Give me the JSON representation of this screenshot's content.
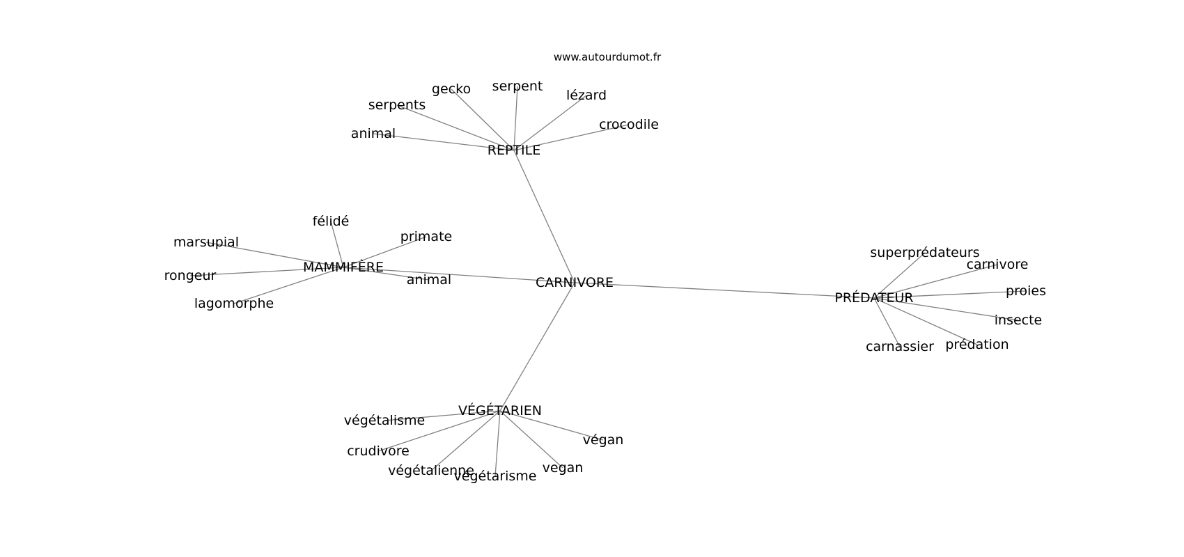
{
  "source_label": "www.autourdumot.fr",
  "center": {
    "label": "CARNIVORE"
  },
  "clusters": [
    {
      "id": "reptile",
      "label": "REPTILE",
      "leaves": [
        "animal",
        "serpents",
        "gecko",
        "serpent",
        "lézard",
        "crocodile"
      ]
    },
    {
      "id": "mammifere",
      "label": "MAMMIFÈRE",
      "leaves": [
        "félidé",
        "primate",
        "marsupial",
        "rongeur",
        "lagomorphe",
        "animal"
      ]
    },
    {
      "id": "predateur",
      "label": "PRÉDATEUR",
      "leaves": [
        "superprédateurs",
        "carnivore",
        "proies",
        "insecte",
        "prédation",
        "carnassier"
      ]
    },
    {
      "id": "vegetarien",
      "label": "VÉGÉTARIEN",
      "leaves": [
        "végétalisme",
        "crudivore",
        "végétalienne",
        "végétarisme",
        "vegan",
        "végan"
      ]
    }
  ]
}
